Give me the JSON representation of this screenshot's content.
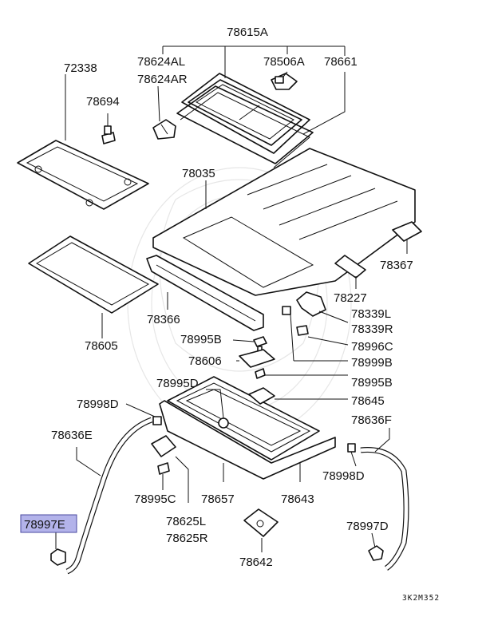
{
  "diagram_code": "3K2M352",
  "highlight_color": "#b3b3ea",
  "labels": {
    "l78615A": "78615A",
    "l78624AL": "78624AL",
    "l78624AR": "78624AR",
    "l78506A": "78506A",
    "l78661": "78661",
    "l72338": "72338",
    "l78694": "78694",
    "l78035": "78035",
    "l78367": "78367",
    "l78227": "78227",
    "l78339L": "78339L",
    "l78339R": "78339R",
    "l78366": "78366",
    "l78605": "78605",
    "l78995B_top": "78995B",
    "l78606": "78606",
    "l78996C": "78996C",
    "l78999B": "78999B",
    "l78995D": "78995D",
    "l78995B_mid": "78995B",
    "l78645": "78645",
    "l78998D_left": "78998D",
    "l78636E": "78636E",
    "l78636F": "78636F",
    "l78998D_right": "78998D",
    "l78995C": "78995C",
    "l78657": "78657",
    "l78643": "78643",
    "l78625L": "78625L",
    "l78625R": "78625R",
    "l78997E": "78997E",
    "l78997D": "78997D",
    "l78642": "78642"
  }
}
